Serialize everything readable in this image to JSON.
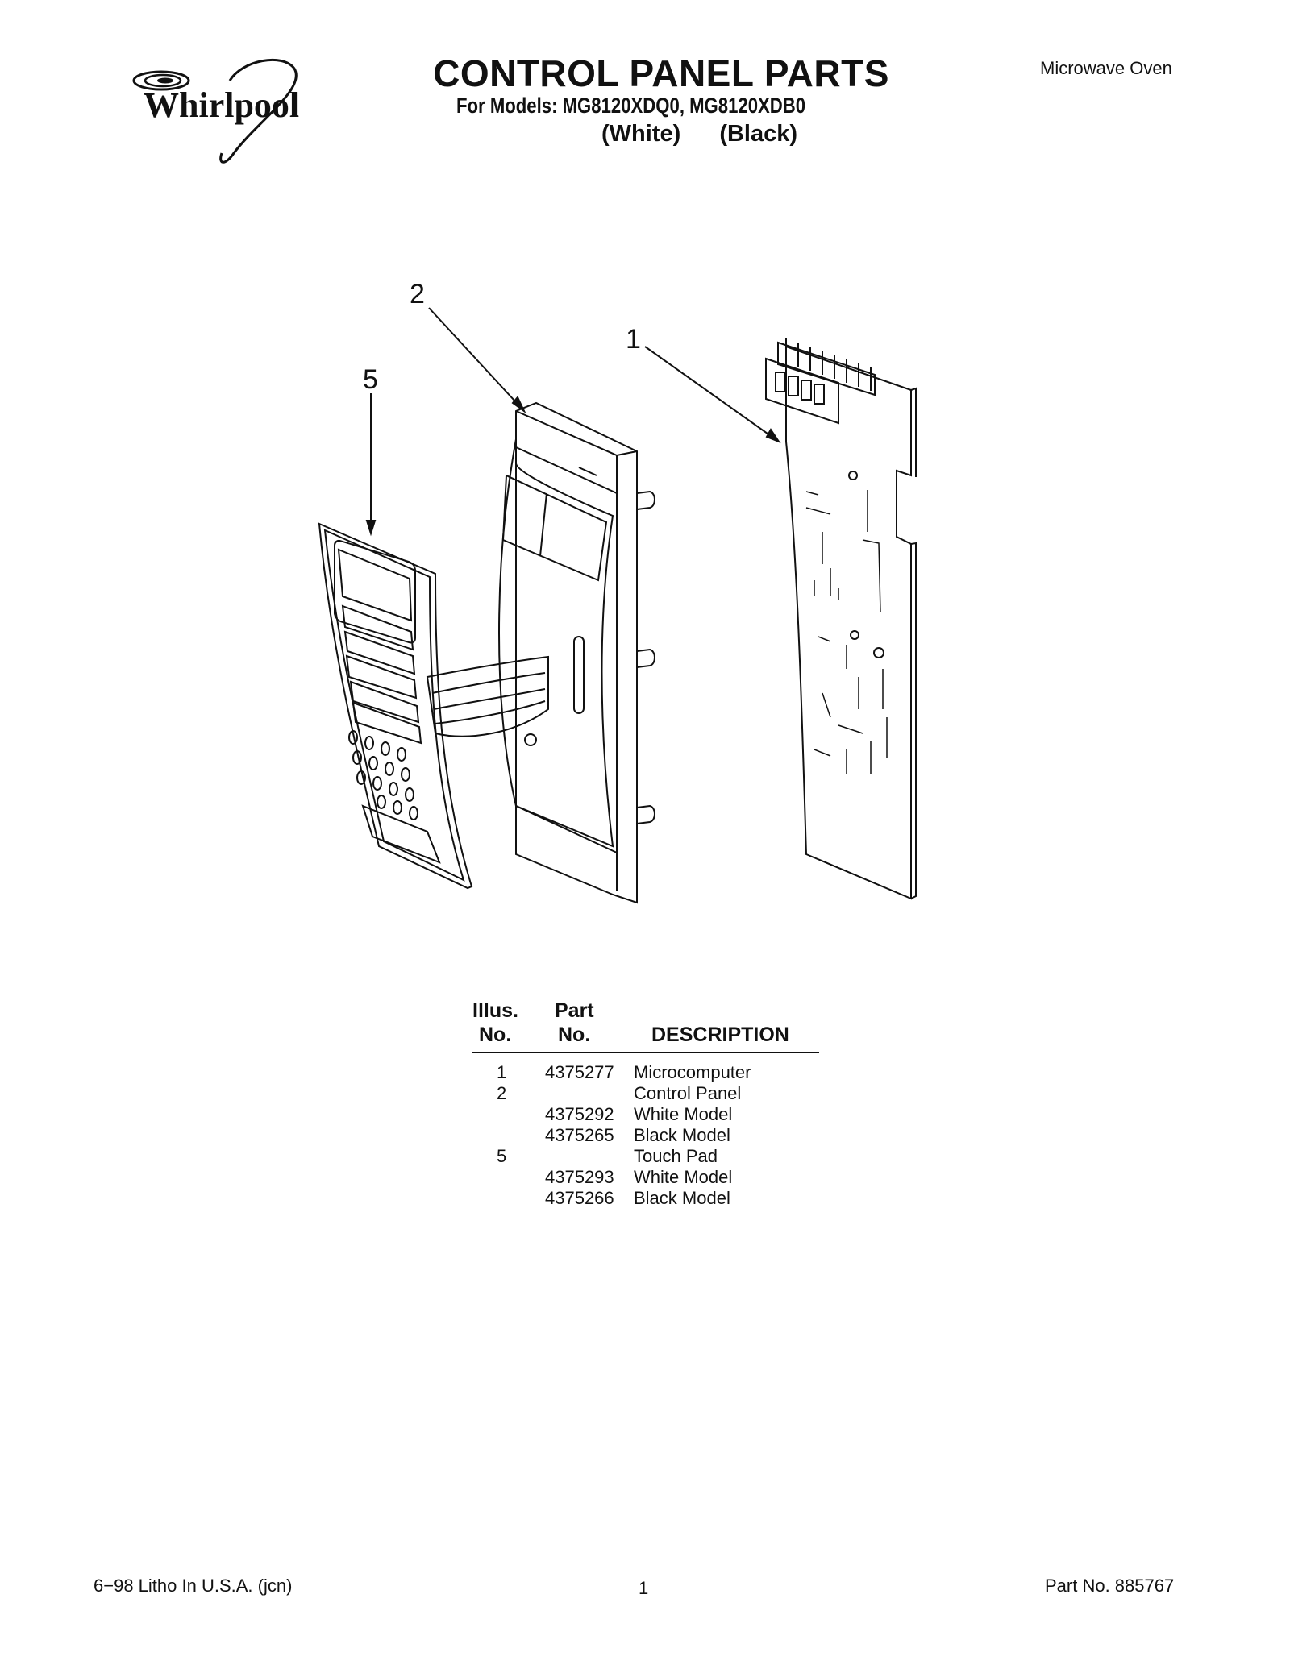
{
  "header": {
    "brand": "Whirlpool",
    "title": "CONTROL PANEL PARTS",
    "models_line": "For Models: MG8120XDQ0, MG8120XDB0",
    "variant_white": "(White)",
    "variant_black": "(Black)",
    "category": "Microwave Oven"
  },
  "diagram": {
    "callouts": [
      "2",
      "1",
      "5"
    ]
  },
  "parts_table": {
    "headers": {
      "illus_line1": "Illus.",
      "illus_line2": "No.",
      "part_line1": "Part",
      "part_line2": "No.",
      "description": "DESCRIPTION"
    },
    "rows": [
      {
        "illus": "1",
        "part": "4375277",
        "description": "Microcomputer"
      },
      {
        "illus": "2",
        "part": "",
        "description": "Control Panel"
      },
      {
        "illus": "",
        "part": "4375292",
        "description": "White Model"
      },
      {
        "illus": "",
        "part": "4375265",
        "description": "Black Model"
      },
      {
        "illus": "5",
        "part": "",
        "description": "Touch Pad"
      },
      {
        "illus": "",
        "part": "4375293",
        "description": "White Model"
      },
      {
        "illus": "",
        "part": "4375266",
        "description": "Black Model"
      }
    ]
  },
  "footer": {
    "left": "6−98 Litho In U.S.A. (jcn)",
    "page": "1",
    "part_no": "Part No. 885767"
  }
}
